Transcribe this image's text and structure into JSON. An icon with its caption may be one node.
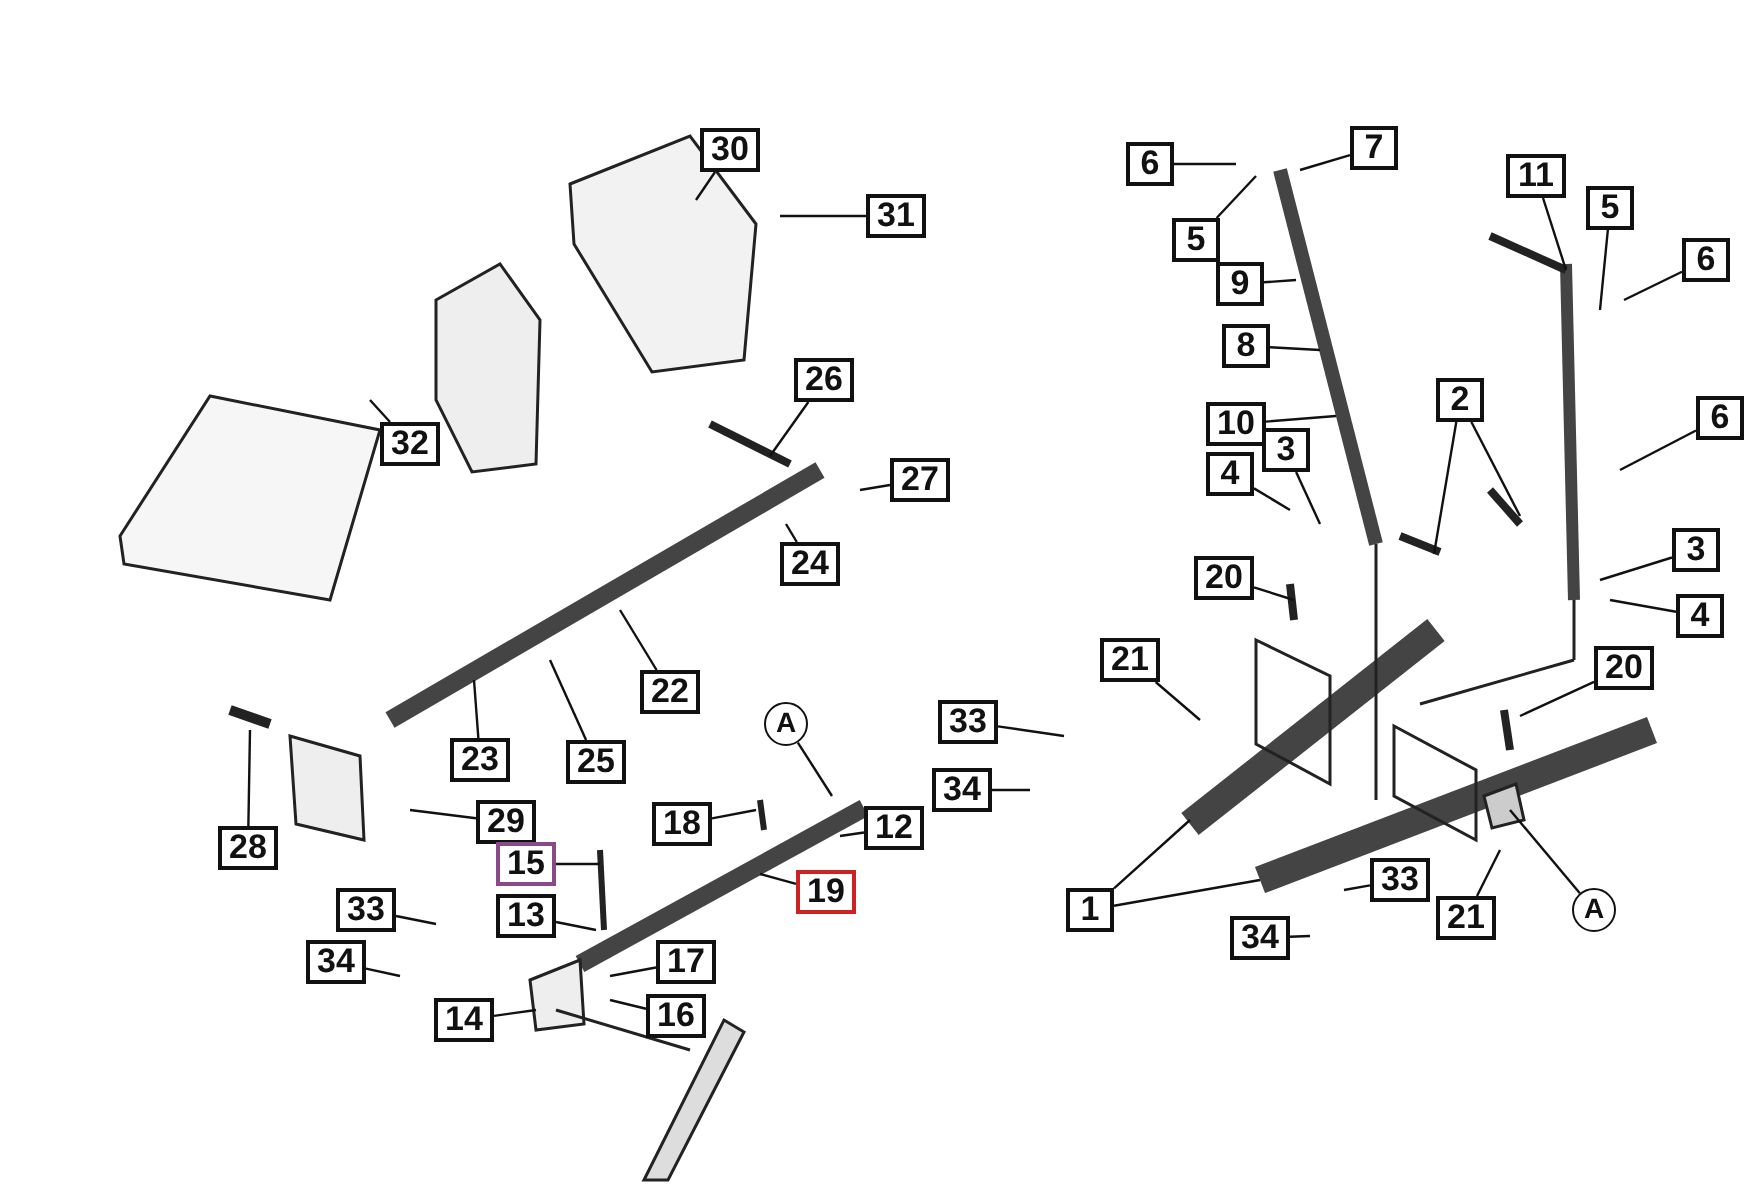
{
  "diagram": {
    "nodes": [
      {
        "text": [
          "30"
        ]
      },
      {
        "text": [
          "31"
        ]
      },
      {
        "text": [
          "32"
        ]
      },
      {
        "text": [
          "26"
        ]
      },
      {
        "text": [
          "27"
        ]
      },
      {
        "text": [
          "24"
        ]
      },
      {
        "text": [
          "22"
        ]
      },
      {
        "text": [
          "23"
        ]
      },
      {
        "text": [
          "25"
        ]
      },
      {
        "text": [
          "28"
        ]
      },
      {
        "text": [
          "29"
        ]
      },
      {
        "text": [
          "15"
        ]
      },
      {
        "text": [
          "18"
        ]
      },
      {
        "text": [
          "12"
        ]
      },
      {
        "text": [
          "19"
        ]
      },
      {
        "text": [
          "13"
        ]
      },
      {
        "text": [
          "17"
        ]
      },
      {
        "text": [
          "16"
        ]
      },
      {
        "text": [
          "14"
        ]
      },
      {
        "text": [
          "33"
        ]
      },
      {
        "text": [
          "34"
        ]
      },
      {
        "text": [
          "A"
        ]
      },
      {
        "text": [
          "6"
        ]
      },
      {
        "text": [
          "7"
        ]
      },
      {
        "text": [
          "5"
        ]
      },
      {
        "text": [
          "9"
        ]
      },
      {
        "text": [
          "8"
        ]
      },
      {
        "text": [
          "10"
        ]
      },
      {
        "text": [
          "3"
        ]
      },
      {
        "text": [
          "4"
        ]
      },
      {
        "text": [
          "2"
        ]
      },
      {
        "text": [
          "11"
        ]
      },
      {
        "text": [
          "5"
        ]
      },
      {
        "text": [
          "6"
        ]
      },
      {
        "text": [
          "6"
        ]
      },
      {
        "text": [
          "3"
        ]
      },
      {
        "text": [
          "4"
        ]
      },
      {
        "text": [
          "20"
        ]
      },
      {
        "text": [
          "21"
        ]
      },
      {
        "text": [
          "33"
        ]
      },
      {
        "text": [
          "34"
        ]
      },
      {
        "text": [
          "1"
        ]
      },
      {
        "text": [
          "20"
        ]
      },
      {
        "text": [
          "33"
        ]
      },
      {
        "text": [
          "21"
        ]
      },
      {
        "text": [
          "34"
        ]
      },
      {
        "text": [
          "A"
        ]
      }
    ],
    "edges": [
      {
        "from": 0,
        "to": null,
        "arrow": "none"
      },
      {
        "from": 1,
        "to": null,
        "arrow": "none"
      },
      {
        "from": 2,
        "to": null,
        "arrow": "none"
      },
      {
        "from": 3,
        "to": null,
        "arrow": "none"
      },
      {
        "from": 4,
        "to": null,
        "arrow": "none"
      },
      {
        "from": 5,
        "to": null,
        "arrow": "none"
      },
      {
        "from": 6,
        "to": null,
        "arrow": "none"
      },
      {
        "from": 7,
        "to": null,
        "arrow": "none"
      },
      {
        "from": 8,
        "to": null,
        "arrow": "none"
      },
      {
        "from": 9,
        "to": null,
        "arrow": "none"
      },
      {
        "from": 10,
        "to": null,
        "arrow": "none"
      },
      {
        "from": 11,
        "to": null,
        "arrow": "none"
      },
      {
        "from": 12,
        "to": null,
        "arrow": "none"
      },
      {
        "from": 13,
        "to": null,
        "arrow": "none"
      },
      {
        "from": 14,
        "to": null,
        "arrow": "none"
      },
      {
        "from": 15,
        "to": null,
        "arrow": "none"
      },
      {
        "from": 16,
        "to": null,
        "arrow": "none"
      },
      {
        "from": 17,
        "to": null,
        "arrow": "none"
      },
      {
        "from": 18,
        "to": null,
        "arrow": "none"
      },
      {
        "from": 19,
        "to": null,
        "arrow": "none"
      },
      {
        "from": 20,
        "to": null,
        "arrow": "none"
      },
      {
        "from": 21,
        "to": null,
        "arrow": "none"
      },
      {
        "from": 22,
        "to": null,
        "arrow": "none"
      },
      {
        "from": 23,
        "to": null,
        "arrow": "none"
      },
      {
        "from": 24,
        "to": null,
        "arrow": "none"
      },
      {
        "from": 25,
        "to": null,
        "arrow": "none"
      },
      {
        "from": 26,
        "to": null,
        "arrow": "none"
      },
      {
        "from": 27,
        "to": null,
        "arrow": "none"
      },
      {
        "from": 28,
        "to": null,
        "arrow": "none"
      },
      {
        "from": 29,
        "to": null,
        "arrow": "none"
      },
      {
        "from": 30,
        "to": null,
        "arrow": "none"
      },
      {
        "from": 30,
        "to": null,
        "arrow": "none"
      },
      {
        "from": 31,
        "to": null,
        "arrow": "none"
      },
      {
        "from": 32,
        "to": null,
        "arrow": "none"
      },
      {
        "from": 33,
        "to": null,
        "arrow": "none"
      },
      {
        "from": 34,
        "to": null,
        "arrow": "none"
      },
      {
        "from": 35,
        "to": null,
        "arrow": "none"
      },
      {
        "from": 36,
        "to": null,
        "arrow": "none"
      },
      {
        "from": 37,
        "to": null,
        "arrow": "none"
      },
      {
        "from": 38,
        "to": null,
        "arrow": "none"
      },
      {
        "from": 39,
        "to": null,
        "arrow": "none"
      },
      {
        "from": 40,
        "to": null,
        "arrow": "none"
      },
      {
        "from": 41,
        "to": null,
        "arrow": "none"
      },
      {
        "from": 41,
        "to": null,
        "arrow": "none"
      },
      {
        "from": 42,
        "to": null,
        "arrow": "none"
      },
      {
        "from": 43,
        "to": null,
        "arrow": "none"
      },
      {
        "from": 44,
        "to": null,
        "arrow": "none"
      },
      {
        "from": 45,
        "to": null,
        "arrow": "none"
      },
      {
        "from": 46,
        "to": null,
        "arrow": "none"
      }
    ]
  }
}
